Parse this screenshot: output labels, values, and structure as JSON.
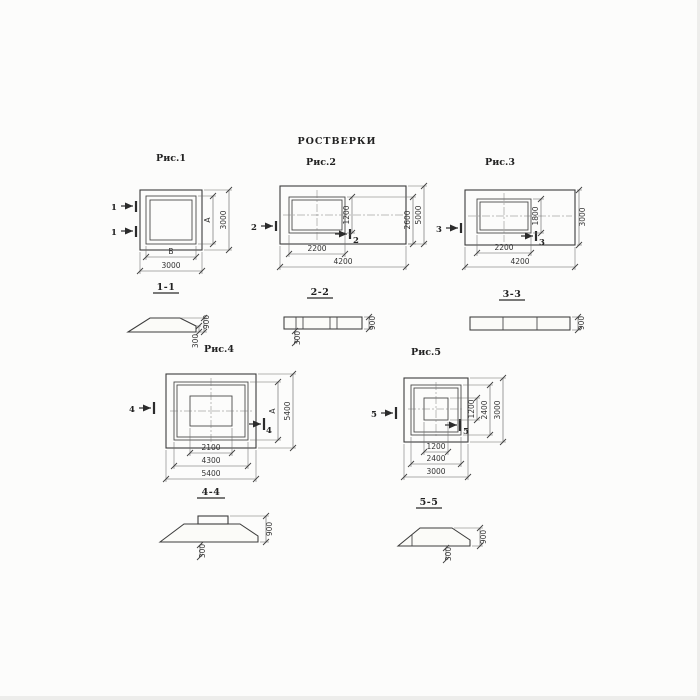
{
  "title": "РОСТВЕРКИ",
  "fig1": {
    "label": "Рис.1",
    "section_mark": "1",
    "section_label": "1-1",
    "dims": {
      "inner_width": "В",
      "outer_width": "3000",
      "inner_height": "А",
      "outer_height": "3000"
    },
    "profile": {
      "height_max": "900",
      "height_edge": "300"
    }
  },
  "fig2": {
    "label": "Рис.2",
    "section_mark": "2",
    "section_label": "2-2",
    "dims": {
      "inner_width": "2200",
      "outer_width": "4200",
      "h1": "1200",
      "h2": "2600",
      "h3": "5000"
    },
    "profile": {
      "height_max": "900",
      "height_edge": "300"
    }
  },
  "fig3": {
    "label": "Рис.3",
    "section_mark": "3",
    "section_label": "3-3",
    "dims": {
      "inner_width": "2200",
      "outer_width": "4200",
      "h1": "1800",
      "h2": "3000"
    },
    "profile": {
      "height_max": "900"
    }
  },
  "fig4": {
    "label": "Рис.4",
    "section_mark": "4",
    "section_label": "4-4",
    "dims": {
      "col_width": "2100",
      "inner_width": "4300",
      "outer_width": "5400",
      "h1": "А",
      "h2": "5400"
    },
    "profile": {
      "height_max": "900",
      "height_edge": "300"
    }
  },
  "fig5": {
    "label": "Рис.5",
    "section_mark": "5",
    "section_label": "5-5",
    "dims": {
      "col_width": "1200",
      "inner_width": "2400",
      "outer_width": "3000",
      "h1": "1200",
      "h2": "2400",
      "h3": "3000"
    },
    "profile": {
      "height_max": "900",
      "height_edge": "300"
    }
  }
}
